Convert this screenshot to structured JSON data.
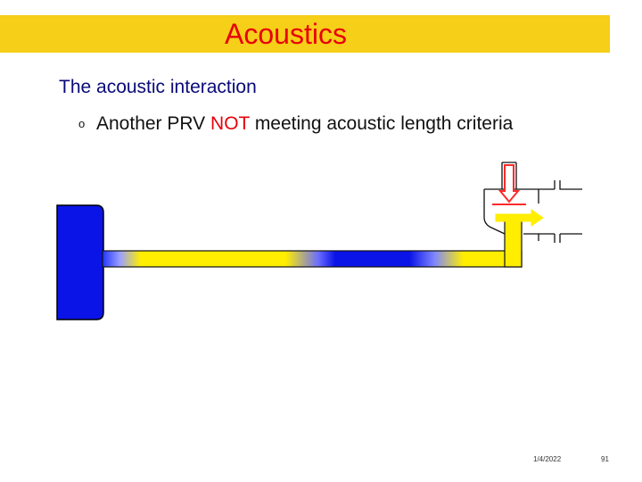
{
  "slide": {
    "title": "Acoustics",
    "subtitle": "The acoustic interaction",
    "bullet": {
      "marker": "o",
      "parts": {
        "before": "Another PRV ",
        "highlight": "NOT",
        "after": " meeting acoustic length criteria"
      }
    },
    "footer": {
      "date": "1/4/2022",
      "page": "91"
    }
  },
  "colors": {
    "title_bar": "#f5cf18",
    "title_text": "#e8000b",
    "vessel_blue": "#0a14e6",
    "pipe_yellow": "#ffee00",
    "valve_red": "#ff2a2a",
    "flow_arrow": "#ffee00",
    "outline": "#111111"
  },
  "diagram": {
    "components": [
      "vessel",
      "inlet-pipe",
      "prv-valve",
      "flow-arrow",
      "outlet-pipe"
    ]
  }
}
